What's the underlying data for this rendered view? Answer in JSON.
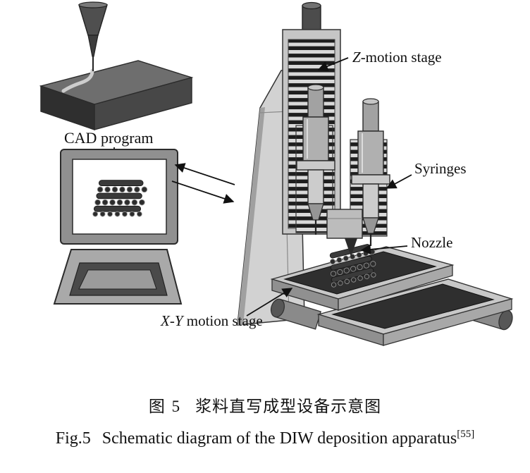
{
  "figure": {
    "labels": {
      "cad_program": "CAD program",
      "z_prefix": "Z",
      "z_suffix": "-motion stage",
      "syringes": "Syringes",
      "nozzle": "Nozzle",
      "xy_prefix": "X-Y",
      "xy_suffix": " motion stage"
    },
    "captions": {
      "zh_label": "图 5",
      "zh_text": "浆料直写成型设备示意图",
      "en_label": "Fig.5",
      "en_text": "Schematic diagram of the DIW deposition apparatus",
      "en_ref": "[55]"
    },
    "colors": {
      "ink": "#111111",
      "metal_light": "#d2d2d2",
      "metal_mid": "#a9a9a9",
      "metal_dark": "#3c3c3c",
      "background": "#ffffff"
    }
  }
}
